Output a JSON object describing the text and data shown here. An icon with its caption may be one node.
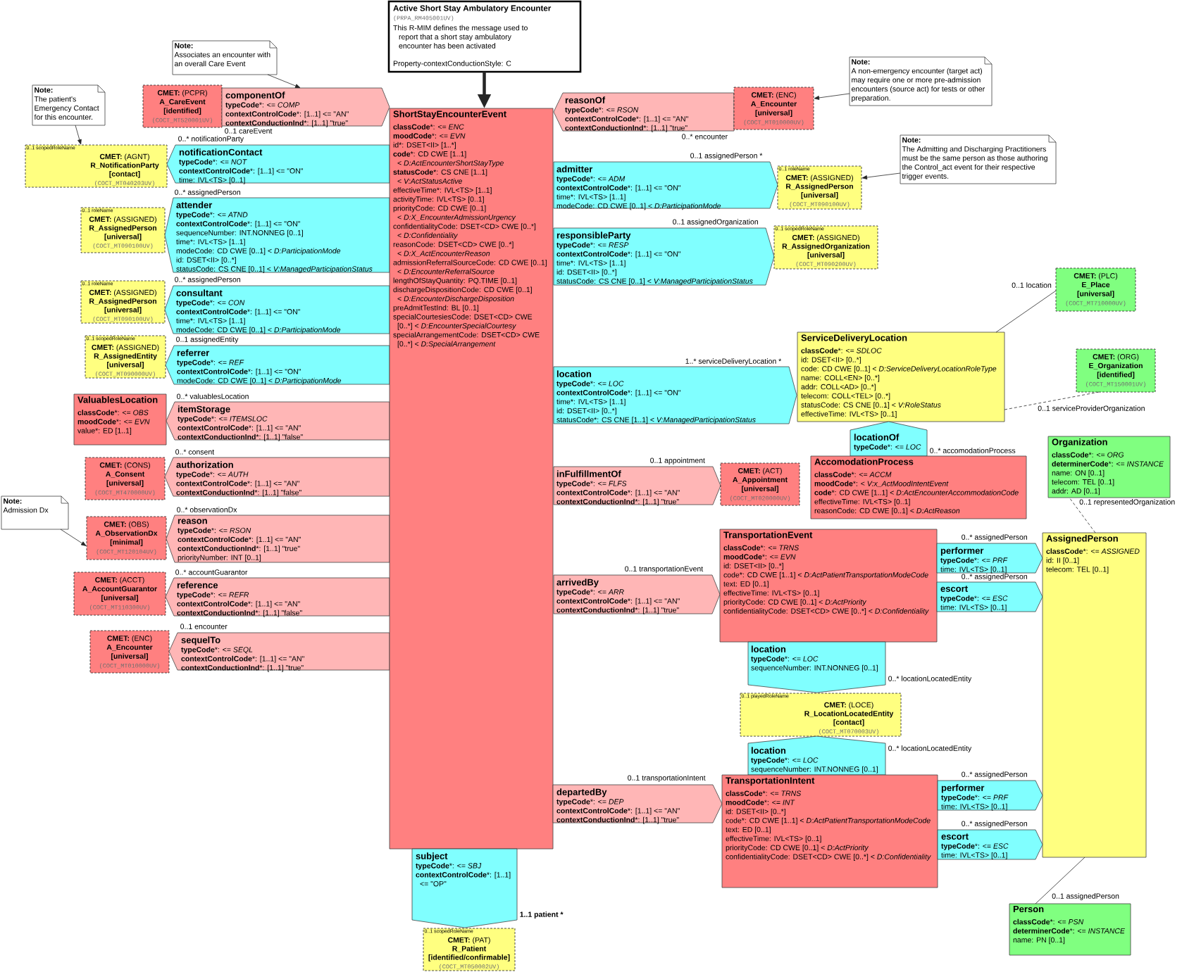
{
  "diagram": {
    "nodes": [
      {
        "text": [
          "Active Short Stay Ambulatory Encounter",
          "(PRPA_RM405001UV)",
          "This R-MIM defines the message used to report that a short stay ambulatory encounter has been activated",
          "Property-contextConductionStyle: C"
        ]
      },
      {
        "text": [
          "Note:",
          "Associates an encounter with an overall Care Event"
        ]
      },
      {
        "text": [
          "Note:",
          "The patient's Emergency Contact for this encounter."
        ]
      },
      {
        "text": [
          "**CMET:** (PCPR)",
          "A_CareEvent",
          "[identified]",
          "(COCT_MT520001UV)"
        ]
      },
      {
        "text": [
          "componentOf",
          "**typeCode***: <= *COMP*",
          "**contextControlCode***: [1..1] <= \"AN\"",
          "**contextConductionInd***: [1..1] \"true\""
        ],
        "beside": [
          "0..1 careEvent"
        ]
      },
      {
        "text": [
          "0..1 scopedRoleName",
          "**CMET:** (AGNT)",
          "R_NotificationParty",
          "[contact]",
          "(COCT_MT040203UV)"
        ]
      },
      {
        "text": [
          "notificationContact",
          "**typeCode***: <= *NOT*",
          "**contextControlCode***: [1..1] <= \"ON\"",
          "time: IVL<TS> [0..1]"
        ],
        "beside": [
          "0..* notificationParty"
        ]
      },
      {
        "text": [
          "0..1 roleName",
          "**CMET:** (ASSIGNED)",
          "R_AssignedPerson",
          "[universal]",
          "(COCT_MT090100UV)"
        ]
      },
      {
        "text": [
          "attender",
          "**typeCode***: <= *ATND*",
          "**contextControlCode***: [1..1] <= \"ON\"",
          "sequenceNumber: INT.NONNEG [0..1]",
          "time*: IVL<TS> [1..1]",
          "modeCode: CD CWE [0..1] < *D:ParticipationMode*",
          "id: DSET<II> [0..*]",
          "statusCode: CS CNE [0..1] < *V:ManagedParticipationStatus*"
        ],
        "beside": [
          "0..* assignedPerson"
        ]
      },
      {
        "text": [
          "0..1 roleName",
          "**CMET:** (ASSIGNED)",
          "R_AssignedPerson",
          "[universal]",
          "(COCT_MT090100UV)"
        ]
      },
      {
        "text": [
          "consultant",
          "**typeCode***: <= *CON*",
          "**contextControlCode***: [1..1] <= \"ON\"",
          "time*: IVL<TS> [1..1]",
          "modeCode: CD CWE [0..1] < *D:ParticipationMode*"
        ],
        "beside": [
          "0..* assignedPerson"
        ]
      },
      {
        "text": [
          "0..1 scopedRoleName",
          "**CMET:** (ASSIGNED)",
          "R_AssignedEntity",
          "[universal]",
          "(COCT_MT090000UV)"
        ]
      },
      {
        "text": [
          "referrer",
          "**typeCode***: <= *REF*",
          "**contextControlCode***: [1..1] <= \"ON\"",
          "modeCode: CD CWE [0..1] < *D:ParticipationMode*"
        ],
        "beside": [
          "0..1 assignedEntity"
        ]
      },
      {
        "text": [
          "ValuablesLocation",
          "**classCode***: <= *OBS*",
          "**moodCode***: <= *EVN*",
          "value*: ED [1..1]"
        ]
      },
      {
        "text": [
          "itemStorage",
          "**typeCode***: <= *ITEMSLOC*",
          "**contextControlCode***: [1..1] <= \"AN\"",
          "**contextConductionInd***: [1..1] \"false\""
        ],
        "beside": [
          "0..* valuablesLocation"
        ]
      },
      {
        "text": [
          "**CMET:** (CONS)",
          "A_Consent",
          "[universal]",
          "(COCT_MT470000UV)"
        ]
      },
      {
        "text": [
          "authorization",
          "**typeCode***: <= *AUTH*",
          "**contextControlCode***: [1..1] <= \"AN\"",
          "**contextConductionInd***: [1..1] \"false\""
        ],
        "beside": [
          "0..* consent"
        ]
      },
      {
        "text": [
          "Note:",
          "Admission Dx"
        ]
      },
      {
        "text": [
          "**CMET:** (OBS)",
          "A_ObservationDx",
          "[minimal]",
          "(COCT_MT120104UV)"
        ]
      },
      {
        "text": [
          "reason",
          "**typeCode***: <= *RSON*",
          "**contextControlCode***: [1..1] <= \"AN\"",
          "**contextConductionInd***: [1..1] \"true\"",
          "priorityNumber: INT [0..1]"
        ],
        "beside": [
          "0..* observationDx"
        ]
      },
      {
        "text": [
          "**CMET:** (ACCT)",
          "A_AccountGuarantor",
          "[universal]",
          "(COCT_MT110300UV)"
        ]
      },
      {
        "text": [
          "reference",
          "**typeCode***: <= *REFR*",
          "**contextControlCode***: [1..1] <= \"AN\"",
          "**contextConductionInd***: [1..1] \"false\""
        ],
        "beside": [
          "0..* accountGuarantor"
        ]
      },
      {
        "text": [
          "**CMET:** (ENC)",
          "A_Encounter",
          "[universal]",
          "(COCT_MT010000UV)"
        ]
      },
      {
        "text": [
          "sequelTo",
          "**typeCode***: <= *SEQL*",
          "**contextControlCode***: [1..1] <= \"AN\"",
          "**contextConductionInd***: [1..1] \"true\""
        ],
        "beside": [
          "0..1 encounter"
        ]
      },
      {
        "text": [
          "ShortStayEncounterEvent",
          "**classCode***: <= *ENC*",
          "**moodCode***: <= *EVN*",
          "id*: DSET<II> [1..*]",
          "**code***: CD CWE [1..1] < *D:ActEncounterShortStayType*",
          "**statusCode***: CS CNE [1..1] < *V:ActStatusActive*",
          "effectiveTime*: IVL<TS> [1..1]",
          "activityTime: IVL<TS> [0..1]",
          "priorityCode: CD CWE [0..1] < *D:X_EncounterAdmissionUrgency*",
          "confidentialityCode: DSET<CD> CWE [0..*] < *D:Confidentiality*",
          "reasonCode: DSET<CD> CWE [0..*] < *D:X_ActEncounterReason*",
          "admissionReferralSourceCode: CD CWE [0..1] < *D:EncounterReferralSource*",
          "lengthOfStayQuantity: PQ.TIME [0..1]",
          "dischargeDispositionCode: CD CWE [0..1] < *D:EncounterDischargeDisposition*",
          "preAdmitTestInd: BL [0..1]",
          "specialCourtesiesCode: DSET<CD> CWE [0..*] < *D:EncounterSpecialCourtesy*",
          "specialArrangementCode: DSET<CD> CWE [0..*] < *D:SpecialArrangement*"
        ]
      },
      {
        "text": [
          "subject",
          "**typeCode***: <= *SBJ*",
          "**contextControlCode***: [1..1] <= \"OP\""
        ],
        "beside": [
          "1..1 patient *"
        ]
      },
      {
        "text": [
          "0..1 scopedRoleName",
          "**CMET:** (PAT)",
          "R_Patient",
          "[identified/confirmable]",
          "(COCT_MT050002UV)"
        ]
      },
      {
        "text": [
          "reasonOf",
          "**typeCode***: <= *RSON*",
          "**contextControlCode***: [1..1] <= \"AN\"",
          "**contextConductionInd***: [1..1] \"true\""
        ],
        "beside": [
          "0..* encounter"
        ]
      },
      {
        "text": [
          "**CMET:** (ENC)",
          "A_Encounter",
          "[universal]",
          "(COCT_MT010000UV)"
        ]
      },
      {
        "text": [
          "Note:",
          "A non-emergency encounter (target act) may require one or more pre-admission encounters (source act) for tests or other preparation."
        ]
      },
      {
        "text": [
          "admitter",
          "**typeCode***: <= *ADM*",
          "**contextControlCode***: [1..1] <= \"ON\"",
          "time*: IVL<TS> [1..1]",
          "modeCode: CD CWE [0..1] < *D:ParticipationMode*"
        ],
        "beside": [
          "0..1 assignedPerson *"
        ]
      },
      {
        "text": [
          "0..1 roleName",
          "**CMET:** (ASSIGNED)",
          "R_AssignedPerson",
          "[universal]",
          "(COCT_MT090100UV)"
        ]
      },
      {
        "text": [
          "Note:",
          "The Admitting and Discharging Practitioners must be the same person as those authoring the Control_act event for their respective trigger events."
        ]
      },
      {
        "text": [
          "responsibleParty",
          "**typeCode***: <= *RESP*",
          "**contextControlCode***: [1..1] <= \"ON\"",
          "time*: IVL<TS> [1..1]",
          "id: DSET<II> [0..*]",
          "statusCode: CS CNE [0..1] < *V:ManagedParticipationStatus*"
        ],
        "beside": [
          "0..1 assignedOrganization"
        ]
      },
      {
        "text": [
          "0..1 scopedRoleName",
          "**CMET:** (ASSIGNED)",
          "R_AssignedOrganization",
          "[universal]",
          "(COCT_MT090200UV)"
        ]
      },
      {
        "text": [
          "location",
          "**typeCode***: <= *LOC*",
          "**contextControlCode***: [1..1] <= \"ON\"",
          "time*: IVL<TS> [1..1]",
          "id: DSET<II> [0..*]",
          "statusCode*: CS CNE [1..1] < *V:ManagedParticipationStatus*"
        ],
        "beside": [
          "1..* serviceDeliveryLocation *"
        ]
      },
      {
        "text": [
          "ServiceDeliveryLocation",
          "**classCode***: <= *SDLOC*",
          "id: DSET<II> [0..*]",
          "code: CD CWE [0..1] < *D:ServiceDeliveryLocationRoleType*",
          "name: COLL<EN> [0..*]",
          "addr: COLL<AD> [0..*]",
          "telecom: COLL<TEL> [0..*]",
          "statusCode: CS CNE [0..1] < *V:RoleStatus*",
          "effectiveTime: IVL<TS> [0..1]"
        ]
      },
      {
        "text": [
          "**CMET:** (PLC)",
          "E_Place",
          "[universal]",
          "(COCT_MT710000UV)"
        ]
      },
      {
        "text": [
          "**CMET:** (ORG)",
          "E_Organization",
          "[identified]",
          "(COCT_MT150001UV)"
        ]
      },
      {
        "text": [
          "locationOf",
          "**typeCode***: <= *LOC*"
        ],
        "beside": [
          "0..* accomodationProcess"
        ]
      },
      {
        "text": [
          "AccomodationProcess",
          "**classCode***: <= *ACCM*",
          "**moodCode***: < *V:x_ActMoodIntentEvent*",
          "**code***: CD CWE [1..1] < *D:ActEncounterAccommodationCode*",
          "effectiveTime: IVL<TS> [0..1]",
          "reasonCode: CD CWE [0..1] < *D:ActReason*"
        ]
      },
      {
        "text": [
          "Organization",
          "**classCode***: <= *ORG*",
          "**determinerCode***: <= *INSTANCE*",
          "name: ON [0..1]",
          "telecom: TEL [0..1]",
          "addr: AD [0..1]"
        ]
      },
      {
        "text": [
          "inFulfillmentOf",
          "**typeCode***: <= *FLFS*",
          "**contextControlCode***: [1..1] <= \"AN\"",
          "**contextConductionInd***: [1..1] \"true\""
        ],
        "beside": [
          "0..1 appointment"
        ]
      },
      {
        "text": [
          "**CMET:** (ACT)",
          "A_Appointment",
          "[universal]",
          "(COCT_MT020000UV)"
        ]
      },
      {
        "text": [
          "arrivedBy",
          "**typeCode***: <= *ARR*",
          "**contextControlCode***: [1..1] <= \"AN\"",
          "**contextConductionInd***: [1..1] \"true\""
        ],
        "beside": [
          "0..1 transportationEvent"
        ]
      },
      {
        "text": [
          "TransportationEvent",
          "**classCode***: <= *TRNS*",
          "**moodCode***: <= *EVN*",
          "id: DSET<II> [0..*]",
          "code*: CD CWE [1..1] < *D:ActPatientTransportationModeCode*",
          "text: ED [0..1]",
          "effectiveTime: IVL<TS> [0..1]",
          "priorityCode: CD CWE [0..1] < *D:ActPriority*",
          "confidentialityCode: DSET<CD> CWE [0..*] < *D:Confidentiality*"
        ]
      },
      {
        "text": [
          "performer",
          "**typeCode***: <= *PRF*",
          "time: IVL<TS> [0..1]"
        ],
        "beside": [
          "0..* assignedPerson"
        ]
      },
      {
        "text": [
          "escort",
          "**typeCode***: <= *ESC*",
          "time: IVL<TS> [0..1]"
        ],
        "beside": [
          "0..* assignedPerson"
        ]
      },
      {
        "text": [
          "AssignedPerson",
          "**classCode***: <= *ASSIGNED*",
          "id: II [0..1]",
          "telecom: TEL [0..1]"
        ]
      },
      {
        "text": [
          "location",
          "**typeCode***: <= *LOC*",
          "sequenceNumber: INT.NONNEG [0..1]"
        ],
        "beside": [
          "0..* locationLocatedEntity"
        ]
      },
      {
        "text": [
          "0..1 playedRoleName",
          "**CMET:** (LOCE)",
          "R_LocationLocatedEntity",
          "[contact]",
          "(COCT_MT070003UV)"
        ]
      },
      {
        "text": [
          "location",
          "**typeCode***: <= *LOC*",
          "sequenceNumber: INT.NONNEG [0..1]"
        ],
        "beside": [
          "0..* locationLocatedEntity"
        ]
      },
      {
        "text": [
          "departedBy",
          "**typeCode***: <= *DEP*",
          "**contextControlCode***: [1..1] <= \"AN\"",
          "**contextConductionInd***: [1..1] \"true\""
        ],
        "beside": [
          "0..1 transportationIntent"
        ]
      },
      {
        "text": [
          "TransportationIntent",
          "**classCode***: <= *TRNS*",
          "**moodCode***: <= *INT*",
          "id: DSET<II> [0..*]",
          "code*: CD CWE [1..1] < *D:ActPatientTransportationModeCode*",
          "text: ED [0..1]",
          "effectiveTime: IVL<TS> [0..1]",
          "priorityCode: CD CWE [0..1] < *D:ActPriority*",
          "confidentialityCode: DSET<CD> CWE [0..*] < *D:Confidentiality*"
        ]
      },
      {
        "text": [
          "performer",
          "**typeCode***: <= *PRF*",
          "time: IVL<TS> [0..1]"
        ],
        "beside": [
          "0..* assignedPerson"
        ]
      },
      {
        "text": [
          "escort",
          "**typeCode***: <= *ESC*",
          "time: IVL<TS> [0..1]"
        ],
        "beside": [
          "0..* assignedPerson"
        ]
      },
      {
        "text": [
          "Person",
          "**classCode***: <= *PSN*",
          "**determinerCode***: <= *INSTANCE*",
          "name: PN [0..1]"
        ]
      }
    ],
    "edges": [
      {
        "from": 0,
        "to": 24,
        "arrow": "to",
        "style": "thick"
      },
      {
        "from": 1,
        "to": 4,
        "arrow": "to"
      },
      {
        "from": 2,
        "to": 5,
        "arrow": "to"
      },
      {
        "from": 17,
        "to": 18,
        "arrow": "to"
      },
      {
        "from": 29,
        "to": 28,
        "arrow": "to"
      },
      {
        "from": 32,
        "to": 31,
        "arrow": "to"
      },
      {
        "from": 36,
        "to": 37,
        "arrow": "none",
        "label": "0..1 location"
      },
      {
        "from": 36,
        "to": 38,
        "arrow": "none",
        "style": "dashed",
        "label": "0..1 serviceProviderOrganization"
      },
      {
        "from": 48,
        "to": 41,
        "arrow": "none",
        "style": "dashed",
        "label": "0..1 representedOrganization"
      },
      {
        "from": 48,
        "to": 56,
        "arrow": "none",
        "label": "0..1 assignedPerson"
      }
    ]
  }
}
